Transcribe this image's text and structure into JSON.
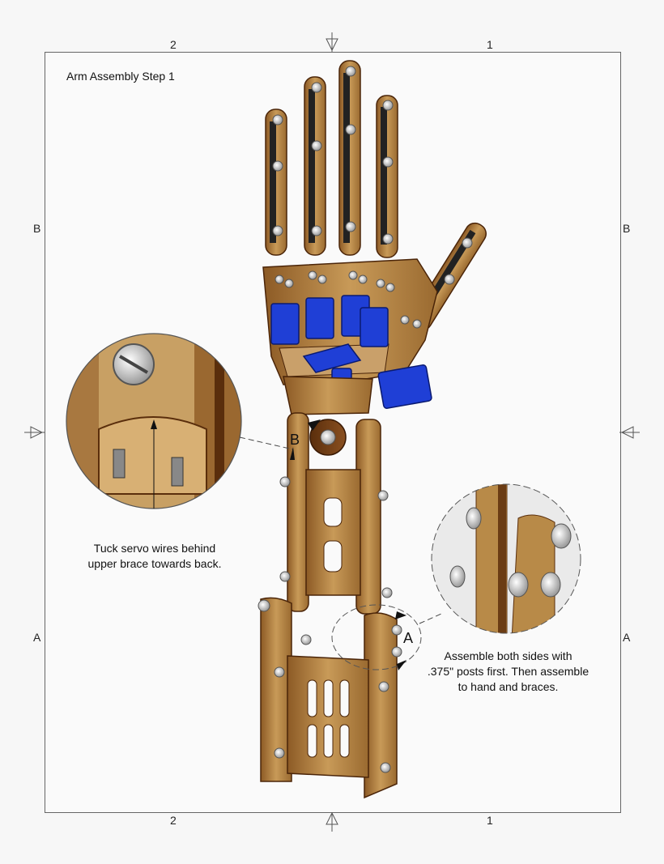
{
  "title": "Arm Assembly Step 1",
  "zones": {
    "top_left": "2",
    "top_right": "1",
    "bottom_left": "2",
    "bottom_right": "1",
    "left_upper": "B",
    "left_lower": "A",
    "right_upper": "B",
    "right_lower": "A"
  },
  "detail_labels": {
    "b": "B",
    "a": "A"
  },
  "notes": {
    "b_line1": "Tuck servo wires behind",
    "b_line2": "upper brace towards back.",
    "a_line1": "Assemble both sides with",
    "a_line2": ".375\" posts first. Then assemble",
    "a_line3": "to hand and braces."
  },
  "colors": {
    "wood": "#b98a4c",
    "wood_dark": "#6b3c14",
    "servo": "#1f3fd6",
    "frame": "#666666"
  }
}
